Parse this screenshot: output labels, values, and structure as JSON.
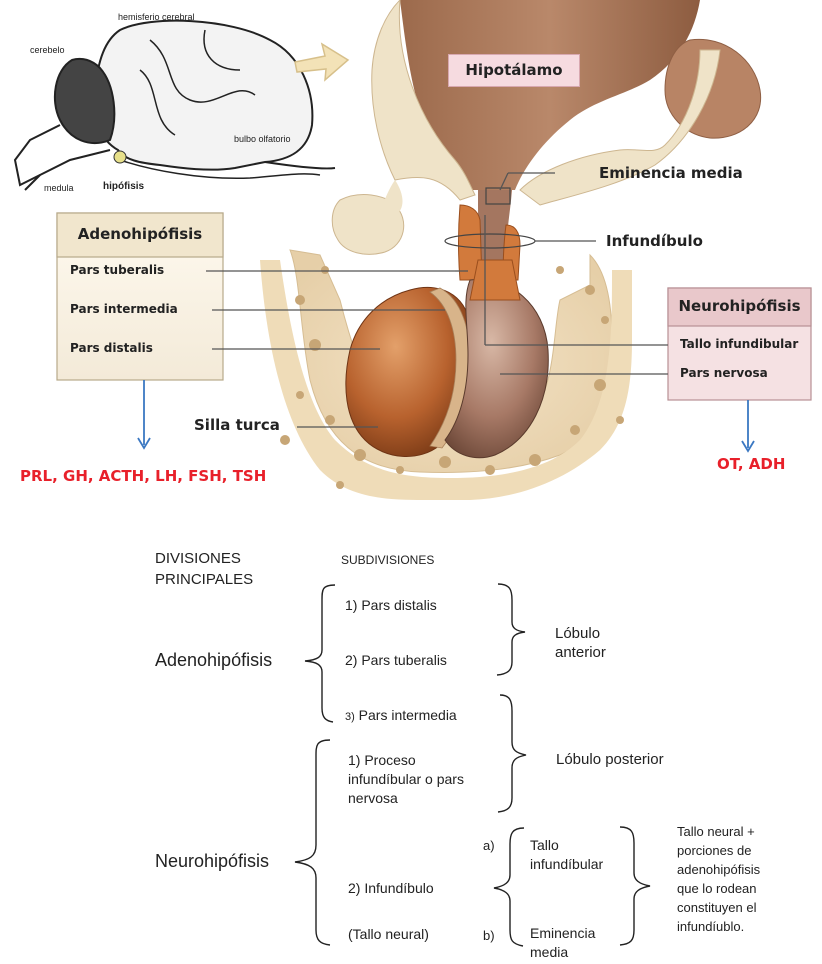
{
  "brain_sketch": {
    "labels": {
      "hemisferio": "hemisferio cerebral",
      "cerebelo": "cerebelo",
      "bulbo": "bulbo olfatorio",
      "medula": "medula",
      "hipofisis": "hipófisis"
    }
  },
  "anatomy": {
    "hipotalamo": "Hipotálamo",
    "eminencia_media": "Eminencia media",
    "infundibulo": "Infundíbulo",
    "silla_turca": "Silla turca"
  },
  "adeno_box": {
    "title": "Adenohipófisis",
    "items": [
      "Pars tuberalis",
      "Pars intermedia",
      "Pars distalis"
    ],
    "hormones": "PRL, GH, ACTH, LH, FSH, TSH"
  },
  "neuro_box": {
    "title": "Neurohipófisis",
    "items": [
      "Tallo infundibular",
      "Pars nervosa"
    ],
    "hormones": "OT, ADH"
  },
  "table": {
    "col1_header": [
      "DIVISIONES",
      "PRINCIPALES"
    ],
    "col2_header": "SUBDIVISIONES",
    "adeno": "Adenohipófisis",
    "neuro": "Neurohipófisis",
    "sub_distalis": "1) Pars distalis",
    "sub_tuberalis": "2) Pars tuberalis",
    "sub_intermedia_num": "3)",
    "sub_intermedia": " Pars intermedia",
    "sub_proceso": [
      "1) Proceso",
      "infundíbular o pars",
      "nervosa"
    ],
    "sub_infundibulo": "2) Infundíbulo",
    "sub_tallo_neural": "(Tallo neural)",
    "lobulo_anterior": [
      "Lóbulo",
      "anterior"
    ],
    "lobulo_posterior": "Lóbulo posterior",
    "mark_a": "a)",
    "mark_b": "b)",
    "tallo_infundibular": [
      "Tallo",
      "infundíbular"
    ],
    "eminencia_media": [
      "Eminencia",
      "media"
    ],
    "note": [
      "Tallo neural +",
      "porciones de",
      "adenohipófisis",
      "que lo rodean",
      "constituyen el",
      "infundíublo."
    ]
  }
}
